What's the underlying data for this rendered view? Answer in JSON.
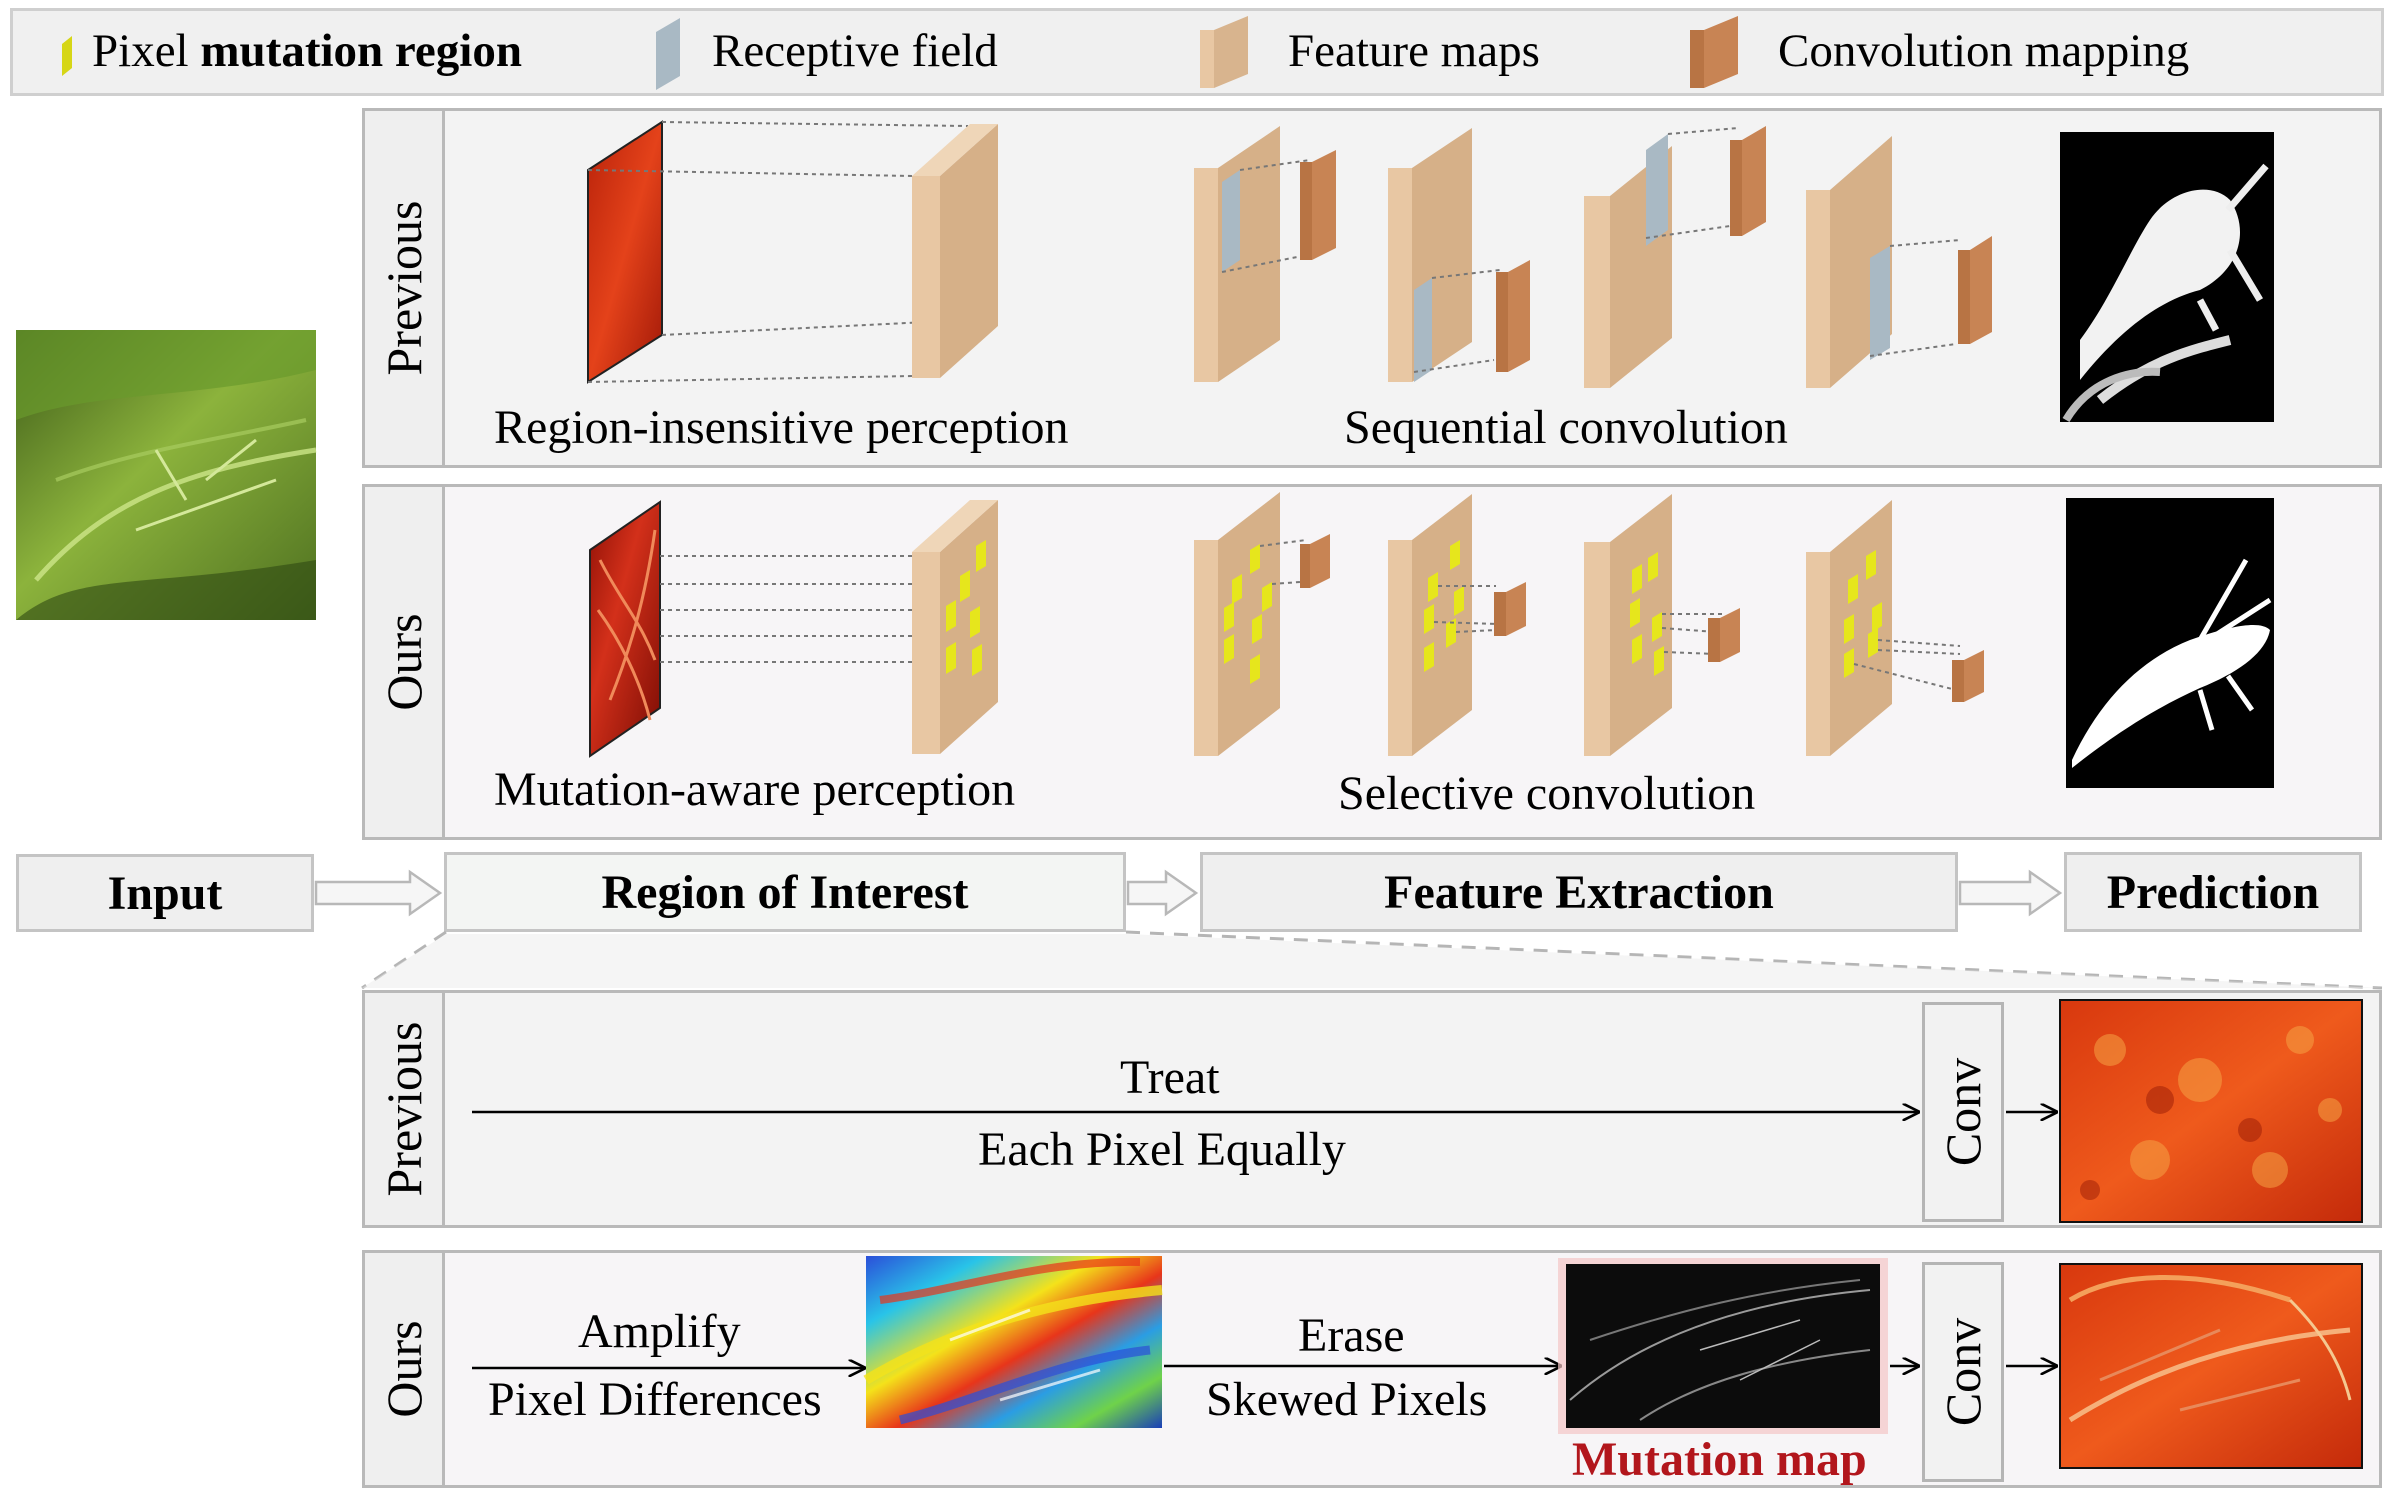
{
  "legend": {
    "pixel_prefix": "Pixel ",
    "pixel_bold": "mutation region",
    "receptive": "Receptive field",
    "feature": "Feature maps",
    "convolution": "Convolution mapping"
  },
  "rows": {
    "previous": "Previous",
    "ours": "Ours"
  },
  "top_previous": {
    "left_caption": "Region-insensitive perception",
    "right_caption": "Sequential convolution"
  },
  "top_ours": {
    "left_caption": "Mutation-aware perception",
    "right_caption": "Selective convolution"
  },
  "pipeline": {
    "input": "Input",
    "roi": "Region of Interest",
    "feature": "Feature Extraction",
    "prediction": "Prediction"
  },
  "bottom_previous": {
    "arrow_top": "Treat",
    "arrow_bottom": "Each Pixel Equally",
    "conv": "Conv"
  },
  "bottom_ours": {
    "amp_top": "Amplify",
    "amp_bottom": "Pixel Differences",
    "erase_top": "Erase",
    "erase_bottom": "Skewed Pixels",
    "mutation_map": "Mutation map",
    "conv": "Conv"
  },
  "colors": {
    "feature": "#e8c7a3",
    "feature_side": "#d4ae86",
    "conv": "#c88454",
    "receptive": "#a9b9c4",
    "mutation": "#e6e61c",
    "mutation_label": "#b2161c",
    "heat": "#d63a12"
  }
}
